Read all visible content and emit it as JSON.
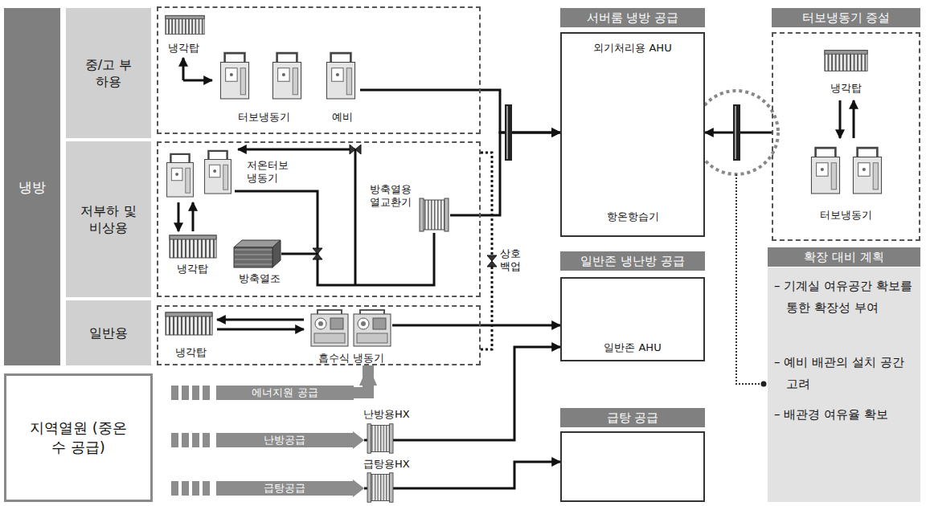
{
  "diagram": {
    "nodes": [
      {
        "text": [
          "냉방"
        ]
      },
      {
        "text": [
          "중/고 부하용"
        ]
      },
      {
        "text": [
          "저부하 및 비상용"
        ]
      },
      {
        "text": [
          "일반용"
        ]
      },
      {
        "text": [
          "냉각탑",
          "터보냉동기",
          "예비"
        ]
      },
      {
        "text": [
          "저온터보 냉동기",
          "냉각탑",
          "방축열조",
          "방축열용 열교환기"
        ]
      },
      {
        "text": [
          "냉각탑",
          "흡수식 냉동기"
        ]
      },
      {
        "text": [
          "지역열원 (중온수 공급)"
        ]
      },
      {
        "text": [
          "에너지원 공급"
        ]
      },
      {
        "text": [
          "난방공급"
        ]
      },
      {
        "text": [
          "급탕공급"
        ]
      },
      {
        "text": [
          "서버룸 냉방 공급",
          "외기처리용 AHU",
          "항온항습기"
        ]
      },
      {
        "text": [
          "일반존 냉난방 공급",
          "일반존 AHU"
        ]
      },
      {
        "text": [
          "급탕 공급"
        ]
      },
      {
        "text": [
          "터보냉동기 증설",
          "냉각탑",
          "터보냉동기"
        ]
      },
      {
        "text": [
          "확장 대비 계획",
          "– 기계실 여유공간 확보를 통한 확장성 부여",
          "– 예비 배관의 설치 공간 고려",
          "– 배관경 여유율 확보"
        ]
      }
    ],
    "edges": [
      {
        "from": 4,
        "to": 11,
        "arrow": "to"
      },
      {
        "from": 5,
        "to": 11,
        "arrow": "to"
      },
      {
        "from": 14,
        "to": 11,
        "arrow": "to"
      },
      {
        "from": 6,
        "to": 12,
        "arrow": "to"
      },
      {
        "from": 9,
        "to": 12,
        "arrow": "to"
      },
      {
        "from": 10,
        "to": 13,
        "arrow": "to"
      },
      {
        "from": 8,
        "to": 6,
        "arrow": "to"
      },
      {
        "from": 5,
        "to": 6,
        "arrow": "none",
        "label": "상호 백업"
      }
    ],
    "labels": [
      "난방용HX",
      "급탕용HX"
    ]
  }
}
